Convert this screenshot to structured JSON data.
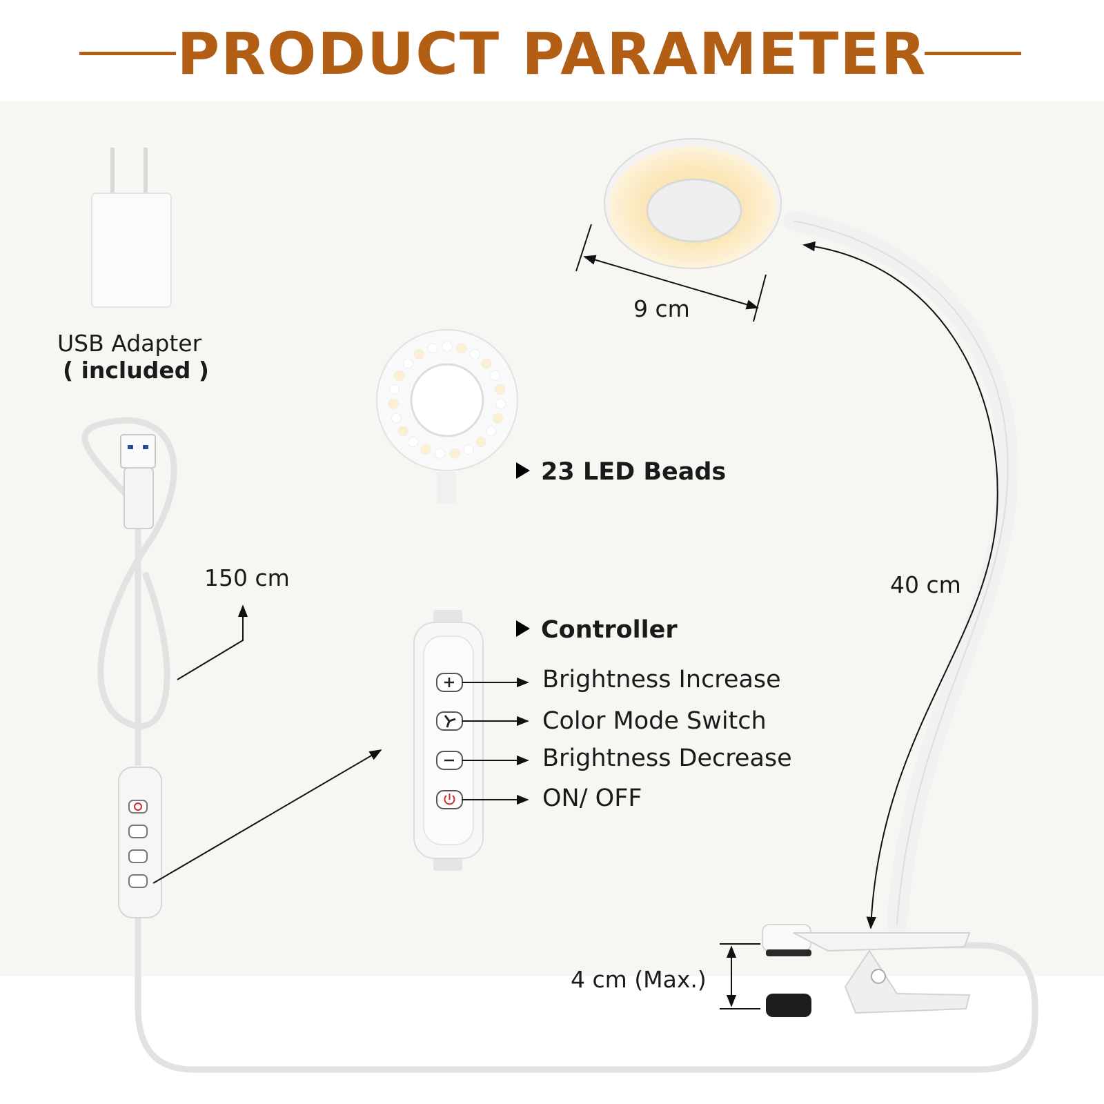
{
  "header": {
    "title": "PRODUCT PARAMETER"
  },
  "adapter": {
    "label": "USB Adapter",
    "note": "( included )"
  },
  "cable": {
    "length": "150 cm"
  },
  "lamp": {
    "head_diameter": "9 cm",
    "arm_length": "40 cm",
    "clip_opening": "4 cm (Max.)"
  },
  "led": {
    "label": "23 LED Beads"
  },
  "controller": {
    "label": "Controller",
    "buttons": [
      {
        "label": "Brightness Increase",
        "icon": "plus-icon"
      },
      {
        "label": "Color Mode Switch",
        "icon": "fan-icon"
      },
      {
        "label": "Brightness Decrease",
        "icon": "minus-icon"
      },
      {
        "label": "ON/ OFF",
        "icon": "power-icon"
      }
    ]
  },
  "colors": {
    "accent": "#b25e14",
    "background": "#f8f6f3",
    "warm_light": "#fdf0d0"
  }
}
